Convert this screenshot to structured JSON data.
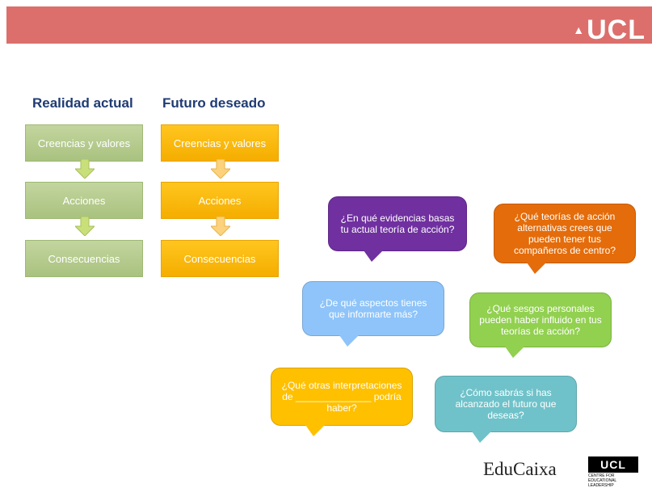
{
  "header": {
    "logo_text": "UCL",
    "logo_crest": "▲"
  },
  "columns": [
    {
      "title": "Realidad actual",
      "items": [
        "Creencias y valores",
        "Acciones",
        "Consecuencias"
      ]
    },
    {
      "title": "Futuro deseado",
      "items": [
        "Creencias y valores",
        "Acciones",
        "Consecuencias"
      ]
    }
  ],
  "bubbles": [
    {
      "text": "¿En qué evidencias basas tu actual teoría de acción?",
      "color": "#7030a0"
    },
    {
      "text": "¿Qué teorías de acción alternativas crees que pueden tener tus compañeros de centro?",
      "color": "#e46c0a"
    },
    {
      "text": "¿De qué aspectos tienes que informarte más?",
      "color": "#8ec4f9"
    },
    {
      "text": "¿Qué sesgos personales pueden haber influido en tus teorías de acción?",
      "color": "#92d050"
    },
    {
      "text": "¿Qué otras interpretaciones de ______________ podría haber?",
      "color": "#ffc000"
    },
    {
      "text": "¿Cómo sabrás si has alcanzado el futuro que deseas?",
      "color": "#6fc2c9"
    }
  ],
  "footer": {
    "educaixa": "EduCaixa",
    "ucl_logo": "UCL",
    "ucl_sub": "CENTRE FOR EDUCATIONAL LEADERSHIP"
  },
  "colors": {
    "banner": "#dc6f6c",
    "title": "#1f3b73",
    "green": "#a9c27f",
    "orange": "#f5ad00"
  }
}
